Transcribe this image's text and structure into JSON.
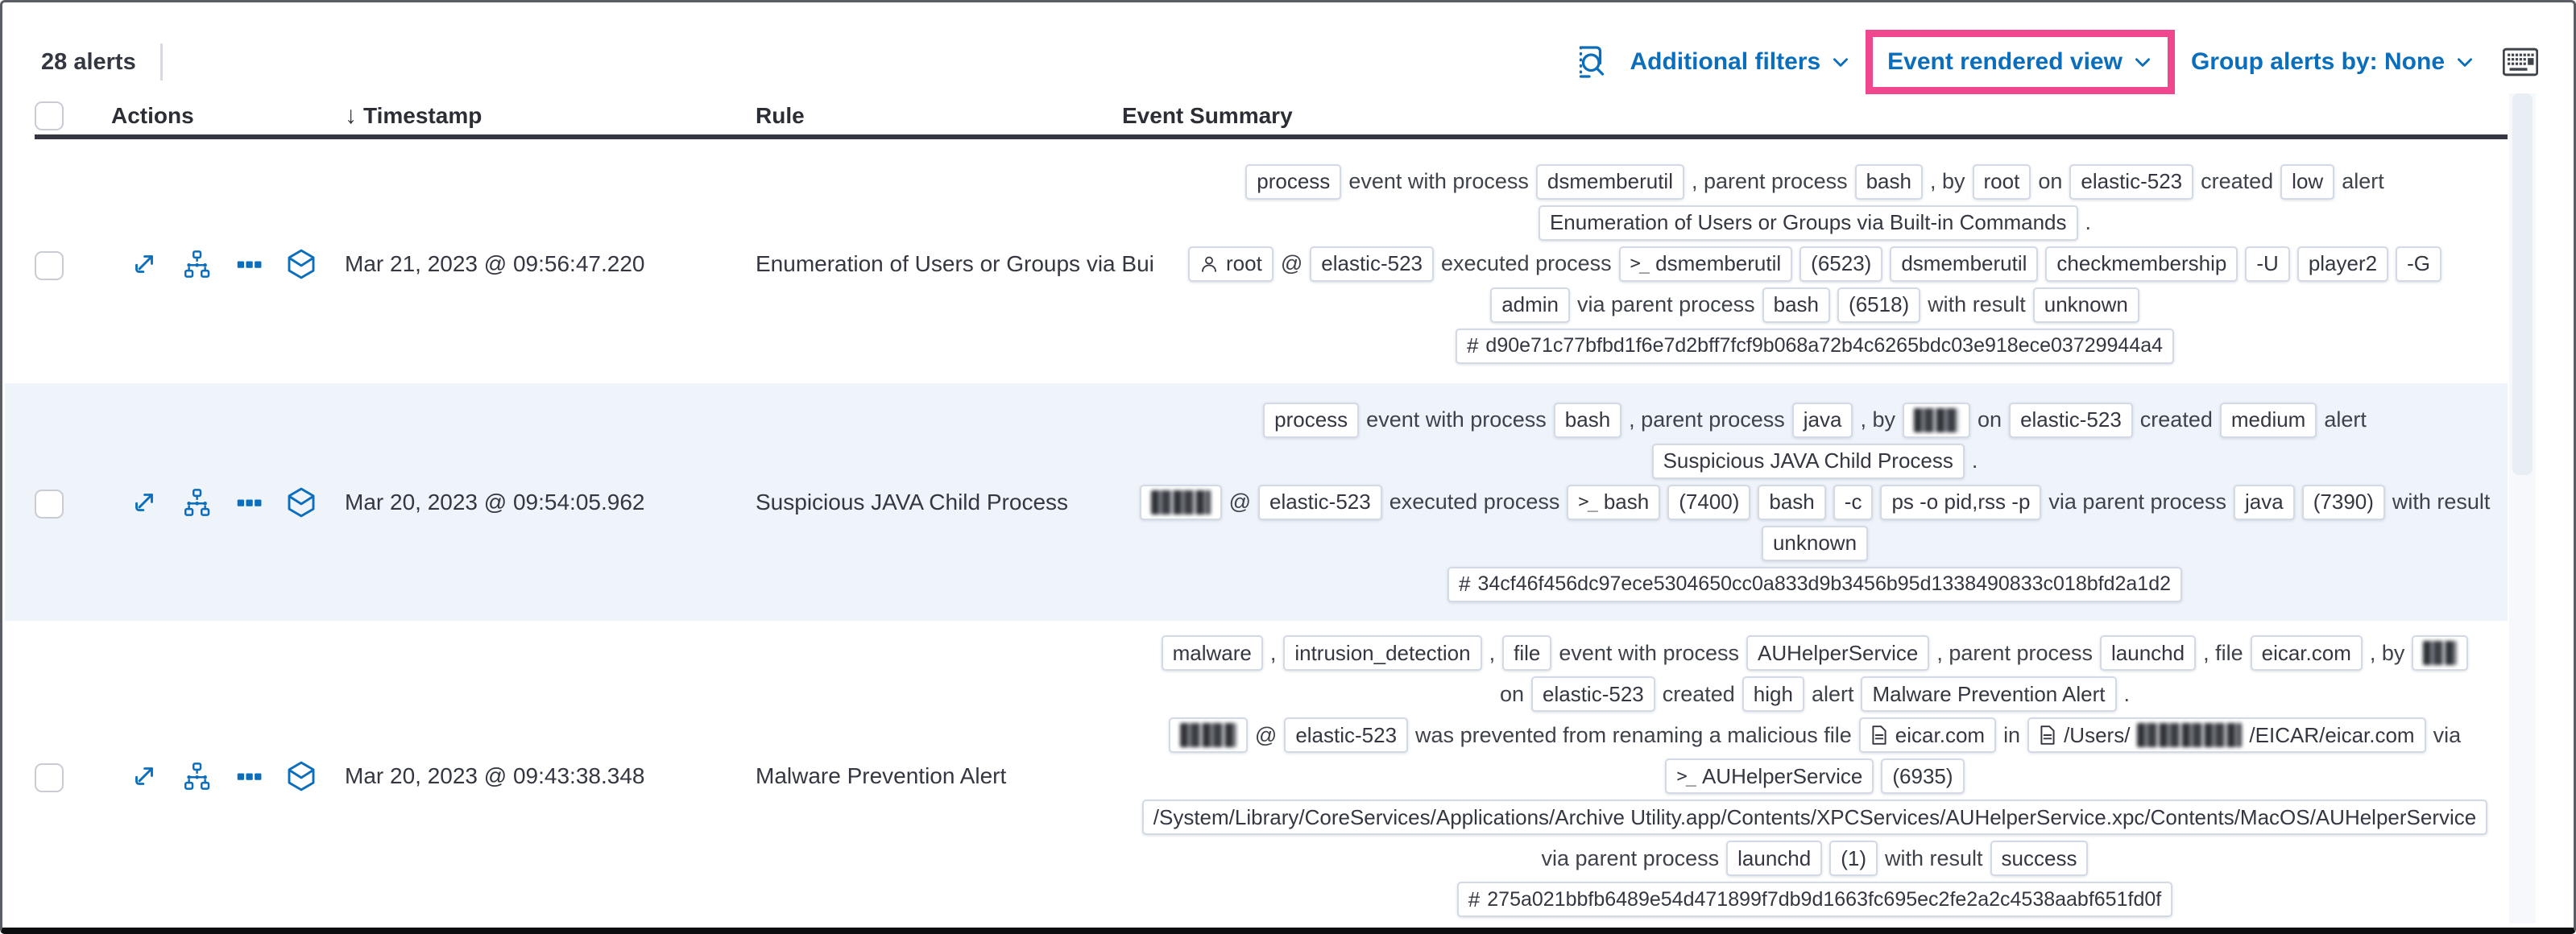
{
  "toolbar": {
    "alert_count": "28 alerts",
    "additional_filters_label": "Additional filters",
    "view_selector_label": "Event rendered view",
    "group_by_label": "Group alerts by: None"
  },
  "table": {
    "headers": {
      "actions": "Actions",
      "timestamp": "Timestamp",
      "rule": "Rule",
      "summary": "Event Summary"
    }
  },
  "icons": {
    "toolbar": [
      "inspect",
      "chevron-down",
      "keyboard"
    ],
    "row_actions": [
      "expand-alert",
      "analyze-event",
      "more-actions",
      "session-view"
    ],
    "badge_icons": [
      "user",
      "terminal",
      "file",
      "hash"
    ],
    "header_icons": [
      "sort-descending-arrow"
    ]
  },
  "colors": {
    "link_blue": "#0a6ebd",
    "pink_highlight": "#f0478f",
    "badge_border": "#d3dae6",
    "header_underline": "#343741",
    "row_stripe": "#eff3fa",
    "text": "#343741"
  },
  "rows": [
    {
      "timestamp": "Mar 21, 2023 @ 09:56:47.220",
      "rule": "Enumeration of Users or Groups via Bui",
      "summary": [
        [
          {
            "badge": "process"
          },
          {
            "text": "event with process"
          },
          {
            "badge": "dsmemberutil"
          },
          {
            "text": ", parent process"
          },
          {
            "badge": "bash"
          },
          {
            "text": ", by"
          },
          {
            "badge": "root"
          },
          {
            "text": "on"
          },
          {
            "badge": "elastic-523"
          },
          {
            "text": "created"
          },
          {
            "badge": "low"
          },
          {
            "text": "alert"
          }
        ],
        [
          {
            "badge": "Enumeration of Users or Groups via Built-in Commands"
          },
          {
            "text": "."
          }
        ],
        [
          {
            "badge": "root",
            "icon": "user"
          },
          {
            "text": "@"
          },
          {
            "badge": "elastic-523"
          },
          {
            "text": "executed process"
          },
          {
            "badge": "dsmemberutil",
            "icon": "terminal"
          },
          {
            "badge": "(6523)"
          },
          {
            "badge": "dsmemberutil"
          },
          {
            "badge": "checkmembership"
          },
          {
            "badge": "-U"
          },
          {
            "badge": "player2"
          },
          {
            "badge": "-G"
          }
        ],
        [
          {
            "badge": "admin"
          },
          {
            "text": "via parent process"
          },
          {
            "badge": "bash"
          },
          {
            "badge": "(6518)"
          },
          {
            "text": "with result"
          },
          {
            "badge": "unknown"
          }
        ],
        [
          {
            "badge": "d90e71c77bfbd1f6e7d2bff7fcf9b068a72b4c6265bdc03e918ece03729944a4",
            "icon": "hash"
          }
        ]
      ]
    },
    {
      "timestamp": "Mar 20, 2023 @ 09:54:05.962",
      "rule": "Suspicious JAVA Child Process",
      "summary": [
        [
          {
            "badge": "process"
          },
          {
            "text": "event with process"
          },
          {
            "badge": "bash"
          },
          {
            "text": ", parent process"
          },
          {
            "badge": "java"
          },
          {
            "text": ", by"
          },
          {
            "badge": "",
            "redacted": true,
            "rw": 56
          },
          {
            "text": "on"
          },
          {
            "badge": "elastic-523"
          },
          {
            "text": "created"
          },
          {
            "badge": "medium"
          },
          {
            "text": "alert"
          }
        ],
        [
          {
            "badge": "Suspicious JAVA Child Process"
          },
          {
            "text": "."
          }
        ],
        [
          {
            "badge": "",
            "redacted": true,
            "rw": 74
          },
          {
            "text": "@"
          },
          {
            "badge": "elastic-523"
          },
          {
            "text": "executed process"
          },
          {
            "badge": "bash",
            "icon": "terminal"
          },
          {
            "badge": "(7400)"
          },
          {
            "badge": "bash"
          },
          {
            "badge": "-c"
          },
          {
            "badge": "ps -o pid,rss -p"
          },
          {
            "text": "via parent process"
          },
          {
            "badge": "java"
          },
          {
            "badge": "(7390)"
          },
          {
            "text": "with result"
          }
        ],
        [
          {
            "badge": "unknown"
          }
        ],
        [
          {
            "badge": "34cf46f456dc97ece5304650cc0a833d9b3456b95d1338490833c018bfd2a1d2",
            "icon": "hash"
          }
        ]
      ]
    },
    {
      "timestamp": "Mar 20, 2023 @ 09:43:38.348",
      "rule": "Malware Prevention Alert",
      "summary": [
        [
          {
            "badge": "malware"
          },
          {
            "text": ","
          },
          {
            "badge": "intrusion_detection"
          },
          {
            "text": ","
          },
          {
            "badge": "file"
          },
          {
            "text": "event with process"
          },
          {
            "badge": "AUHelperService"
          },
          {
            "text": ", parent process"
          },
          {
            "badge": "launchd"
          },
          {
            "text": ", file"
          },
          {
            "badge": "eicar.com"
          },
          {
            "text": ", by"
          },
          {
            "badge": "",
            "redacted": true,
            "rw": 42
          }
        ],
        [
          {
            "text": "on"
          },
          {
            "badge": "elastic-523"
          },
          {
            "text": "created"
          },
          {
            "badge": "high"
          },
          {
            "text": "alert"
          },
          {
            "badge": "Malware Prevention Alert"
          },
          {
            "text": "."
          }
        ],
        [
          {
            "badge": "",
            "redacted": true,
            "rw": 70
          },
          {
            "text": "@"
          },
          {
            "badge": "elastic-523"
          },
          {
            "text": "was prevented from renaming a malicious file"
          },
          {
            "badge": "eicar.com",
            "icon": "file"
          },
          {
            "text": "in"
          },
          {
            "badge": "",
            "icon": "file",
            "parts": [
              {
                "text": "/Users/"
              },
              {
                "redacted": true,
                "rw": 130
              },
              {
                "text": "/EICAR/eicar.com"
              }
            ]
          },
          {
            "text": "via"
          }
        ],
        [
          {
            "badge": "AUHelperService",
            "icon": "terminal"
          },
          {
            "badge": "(6935)"
          }
        ],
        [
          {
            "badge": "/System/Library/CoreServices/Applications/Archive Utility.app/Contents/XPCServices/AUHelperService.xpc/Contents/MacOS/AUHelperService"
          }
        ],
        [
          {
            "text": "via parent process"
          },
          {
            "badge": "launchd"
          },
          {
            "badge": "(1)"
          },
          {
            "text": "with result"
          },
          {
            "badge": "success"
          }
        ],
        [
          {
            "badge": "275a021bbfb6489e54d471899f7db9d1663fc695ec2fe2a2c4538aabf651fd0f",
            "icon": "hash"
          }
        ]
      ]
    }
  ]
}
